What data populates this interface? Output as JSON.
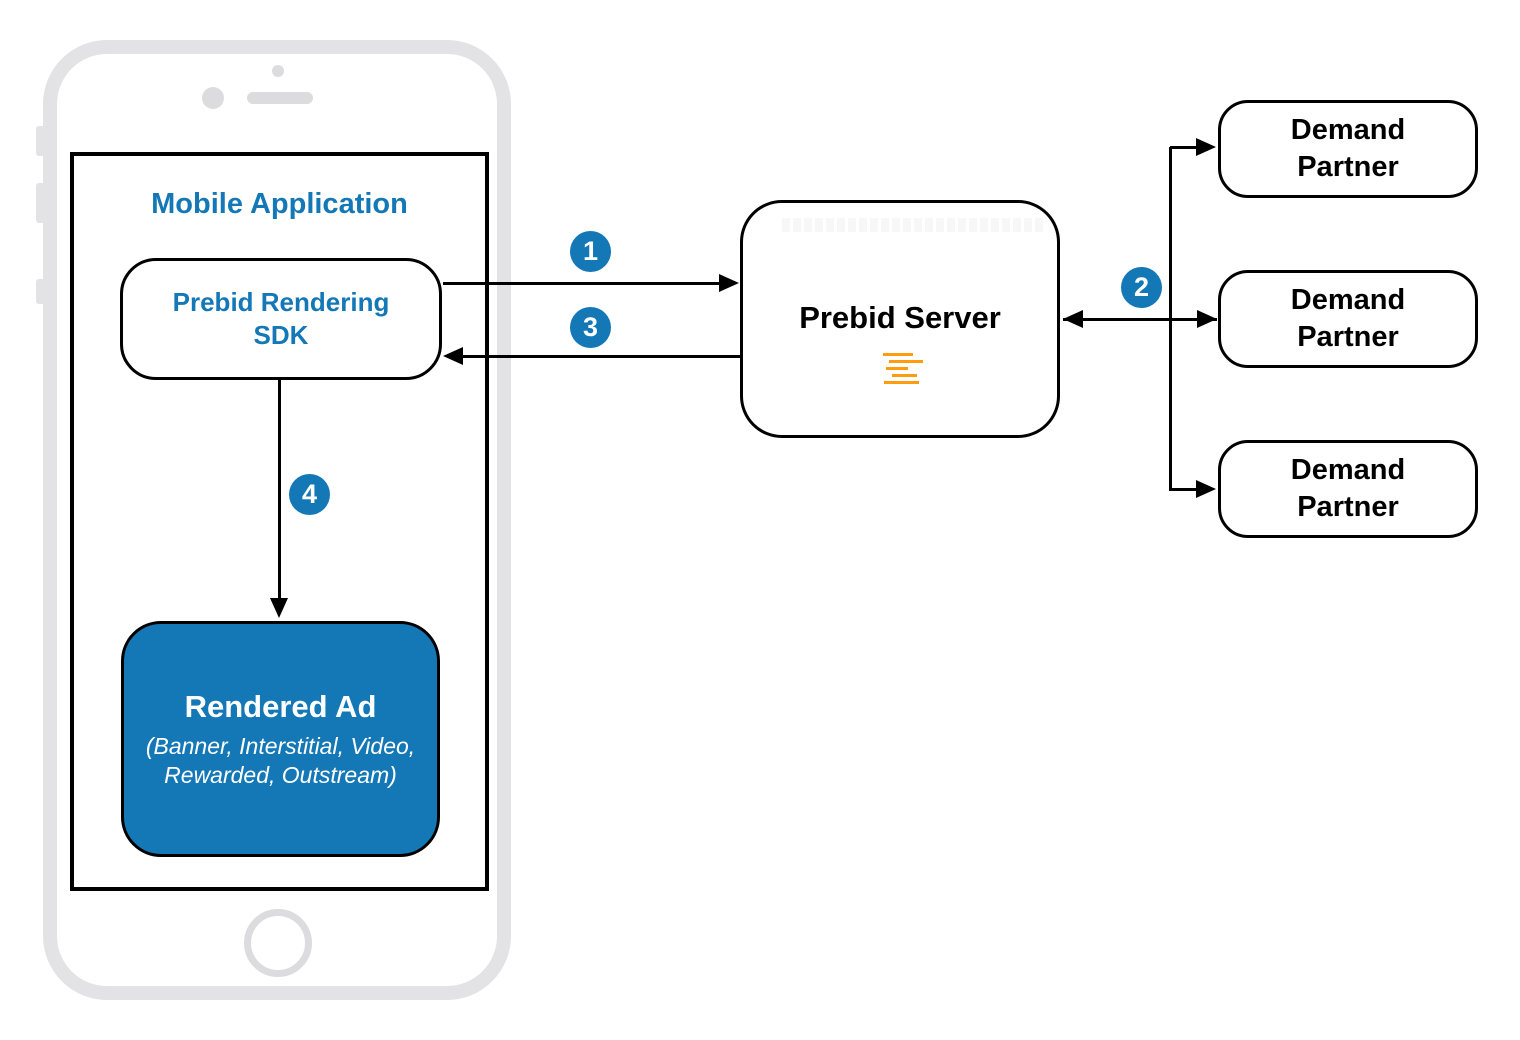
{
  "colors": {
    "accent_blue": "#1478B7",
    "logo_orange": "#FF9D0E",
    "line_color": "#000000",
    "phone_gray": "#E3E3E6",
    "phone_detail_gray": "#DCDCDF"
  },
  "mobile_app": {
    "title": "Mobile Application"
  },
  "sdk": {
    "label": "Prebid Rendering SDK"
  },
  "rendered_ad": {
    "title": "Rendered Ad",
    "subtitle": "(Banner, Interstitial, Video, Rewarded, Outstream)"
  },
  "prebid_server": {
    "label": "Prebid Server",
    "logo": "prebid-logo"
  },
  "demand_partners": [
    {
      "label": "Demand Partner"
    },
    {
      "label": "Demand Partner"
    },
    {
      "label": "Demand Partner"
    }
  ],
  "steps": [
    {
      "label": "1"
    },
    {
      "label": "2"
    },
    {
      "label": "3"
    },
    {
      "label": "4"
    }
  ]
}
